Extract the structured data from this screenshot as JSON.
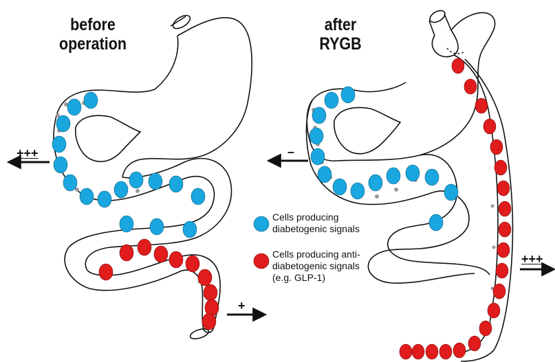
{
  "panels": {
    "before": {
      "title_line1": "before",
      "title_line2": "operation"
    },
    "after": {
      "title_line1": "after",
      "title_line2": "RYGB"
    }
  },
  "arrows": {
    "before_left": "+++",
    "before_right": "+",
    "after_left": "–",
    "after_right": "+++"
  },
  "legend": {
    "diabetogenic": {
      "line1": "Cells producing",
      "line2": "diabetogenic signals",
      "color": "#1aa6df"
    },
    "anti": {
      "line1": "Cells producing anti-",
      "line2": "diabetogenic signals",
      "line3": "(e.g. GLP-1)",
      "color": "#e01c1c"
    }
  },
  "colors": {
    "outline": "#111111",
    "blue": "#1aa6df",
    "red": "#e01c1c",
    "dot": "#9a9a9a"
  }
}
